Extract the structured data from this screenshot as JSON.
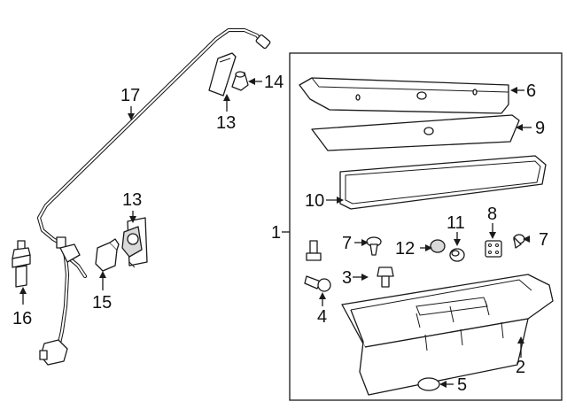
{
  "diagram": {
    "callouts": {
      "c1": "1",
      "c2": "2",
      "c3": "3",
      "c4": "4",
      "c5": "5",
      "c6": "6",
      "c7a": "7",
      "c7b": "7",
      "c8": "8",
      "c9": "9",
      "c10": "10",
      "c11": "11",
      "c12": "12",
      "c13a": "13",
      "c13b": "13",
      "c14": "14",
      "c15": "15",
      "c16": "16",
      "c17": "17"
    }
  }
}
